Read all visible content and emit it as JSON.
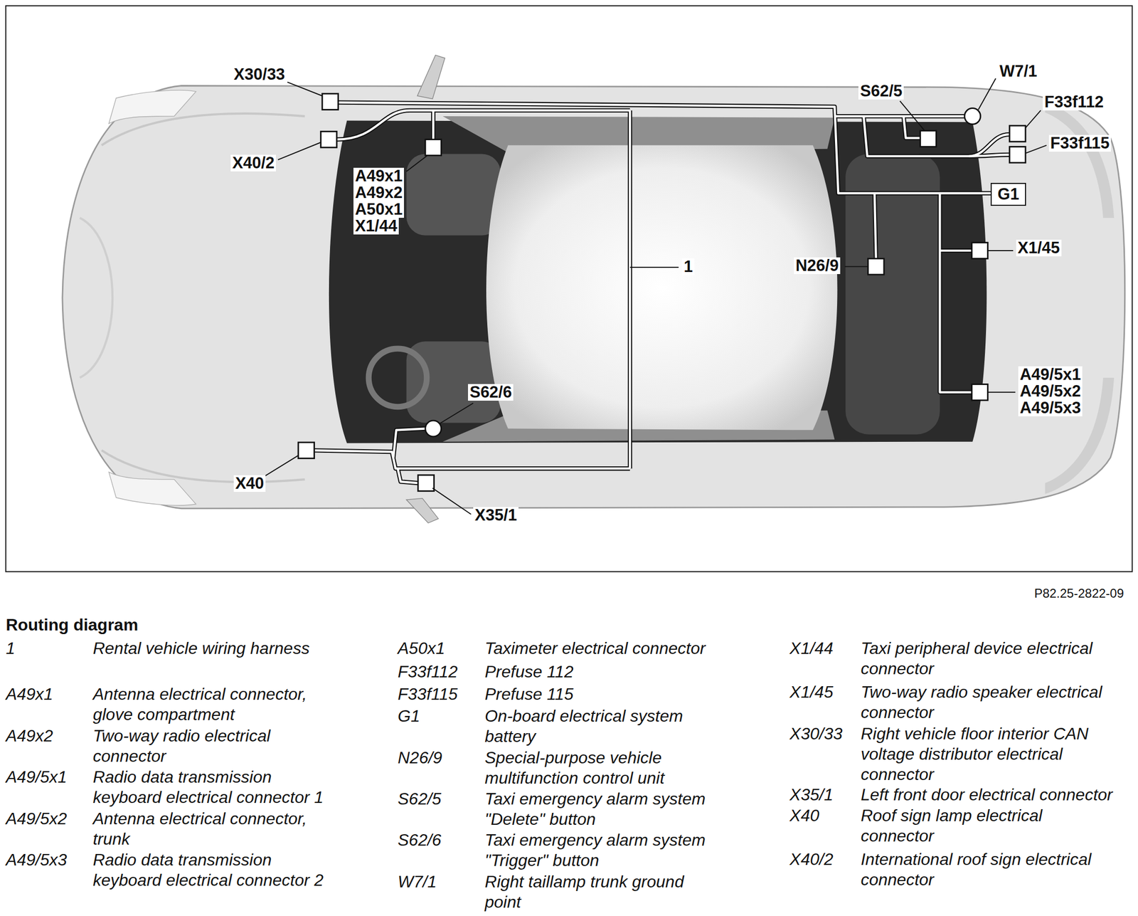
{
  "diagram": {
    "title": "Routing diagram",
    "nodes": [
      {
        "text": [
          "G1"
        ]
      }
    ],
    "labels": [
      "X30/33",
      "W7/1",
      "S62/5",
      "F33f112",
      "F33f115",
      "X40/2",
      "A49x1",
      "A49x2",
      "A50x1",
      "X1/44",
      "X1/45",
      "N26/9",
      "1",
      "A49/5x1",
      "A49/5x2",
      "A49/5x3",
      "S62/6",
      "X40",
      "X35/1",
      "P82.25-2822-09",
      "1",
      "Rental vehicle wiring harness",
      "A49x1",
      "Antenna electrical connector, glove compartment",
      "A49x2",
      "Two-way radio electrical connector",
      "A49/5x1",
      "Radio data transmission keyboard electrical connector 1",
      "A49/5x2",
      "Antenna electrical connector, trunk",
      "A49/5x3",
      "Radio data transmission keyboard electrical connector 2",
      "A50x1",
      "Taximeter electrical connector",
      "F33f112",
      "Prefuse 112",
      "F33f115",
      "Prefuse 115",
      "G1",
      "On-board electrical system battery",
      "N26/9",
      "Special-purpose vehicle multifunction control unit",
      "S62/5",
      "Taxi emergency alarm system \"Delete\" button",
      "S62/6",
      "Taxi emergency alarm system \"Trigger\" button",
      "W7/1",
      "Right taillamp trunk ground point",
      "X1/44",
      "Taxi peripheral device electrical connector",
      "X1/45",
      "Two-way radio speaker electrical connector",
      "X30/33",
      "Right vehicle floor interior CAN voltage distributor electrical connector",
      "X35/1",
      "Left front door electrical connector",
      "X40",
      "Roof sign lamp electrical connector",
      "X40/2",
      "International roof sign electrical connector"
    ]
  }
}
